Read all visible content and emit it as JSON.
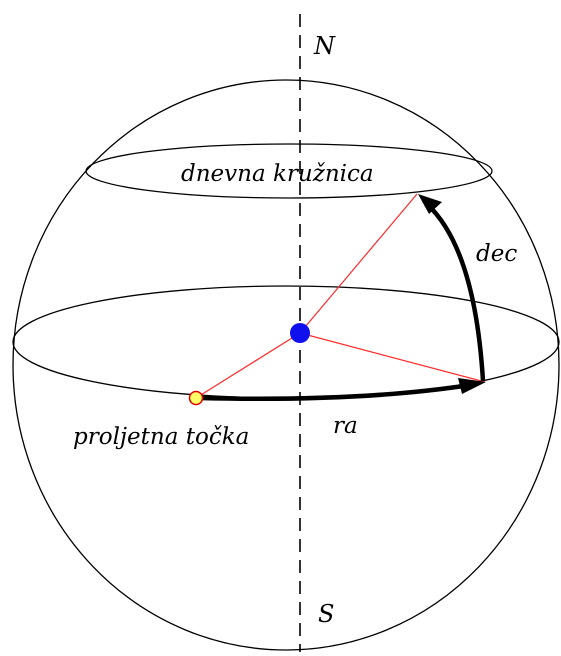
{
  "labels": {
    "north": "N",
    "south": "S",
    "diurnal_circle": "dnevna kružnica",
    "declination": "dec",
    "vernal_equinox": "proljetna točka",
    "right_ascension": "ra"
  },
  "colors": {
    "outline": "#000000",
    "radius_lines": "#ff2a2a",
    "center_dot": "#1010ee",
    "equinox_dot_fill": "#ffff66",
    "equinox_dot_stroke": "#e00000"
  }
}
